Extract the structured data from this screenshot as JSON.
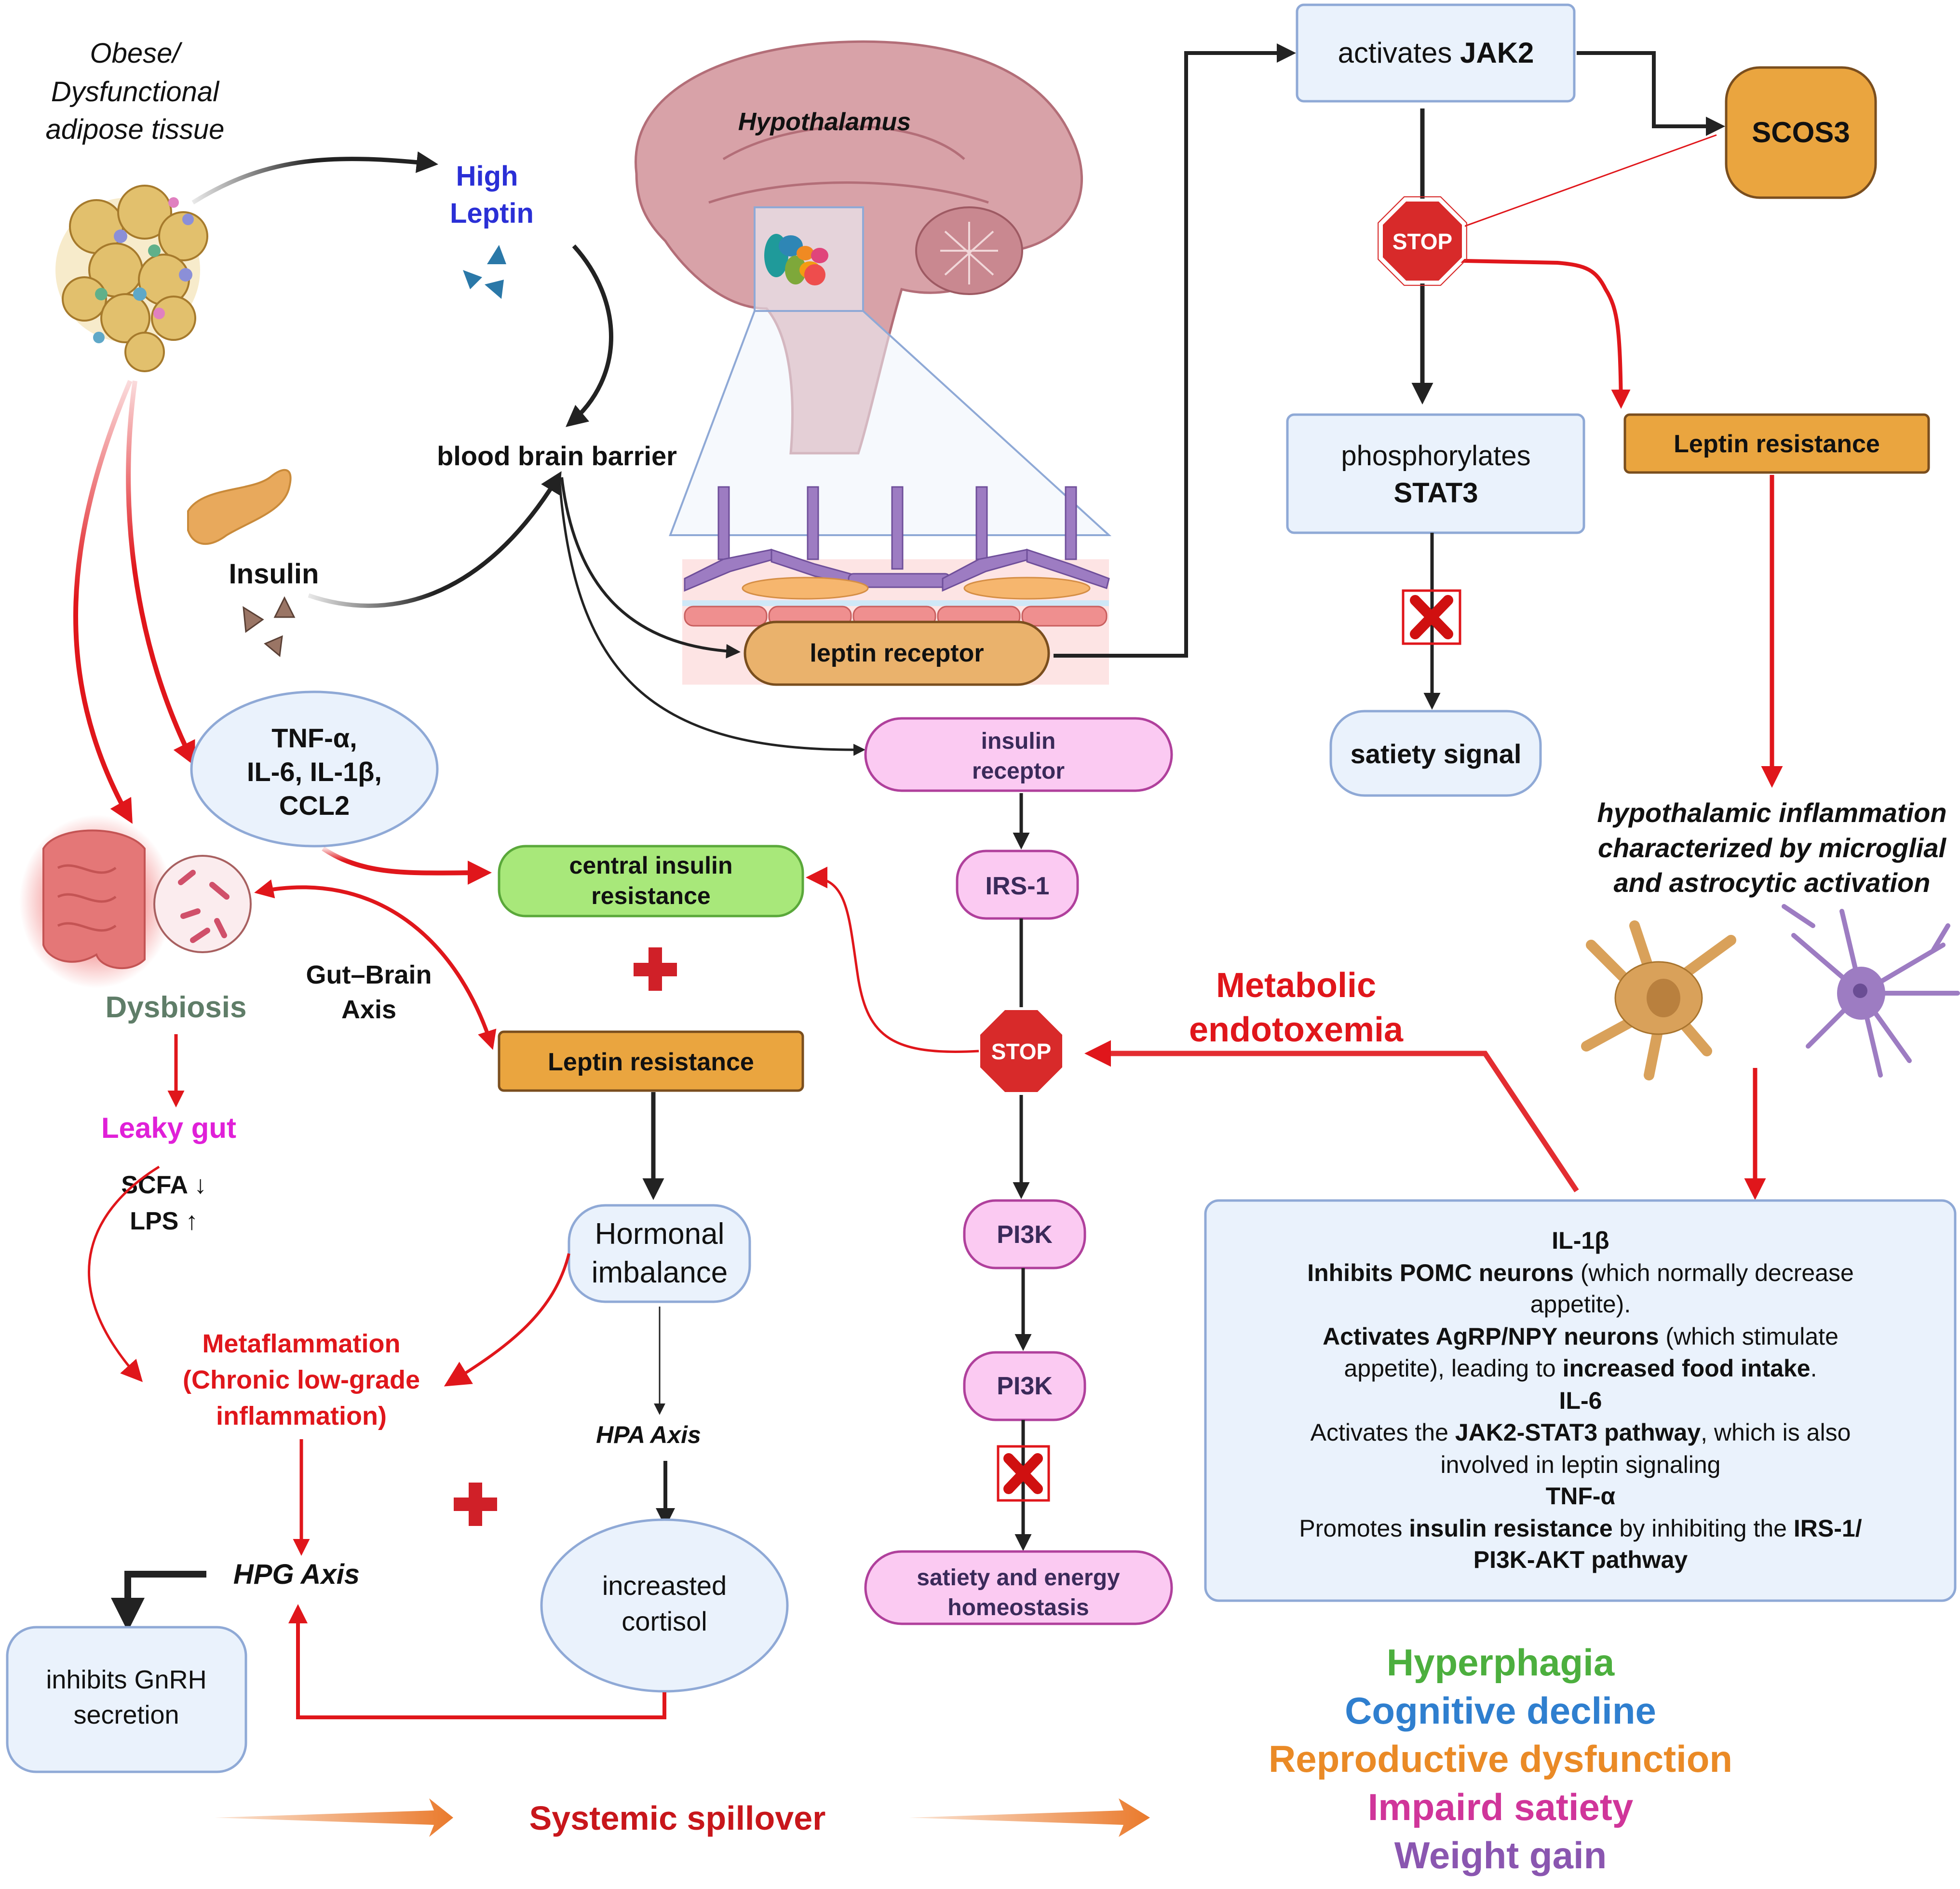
{
  "title": "Leptin and insulin resistance pathways in obesity",
  "colors": {
    "red": "#e0161b",
    "orange_box": "#eaa53f",
    "blue_box_fill": "#eaf2fc",
    "blue_box_stroke": "#8fa9d6",
    "pink_box_fill": "#fbcaf2",
    "pink_box_stroke": "#b0409c",
    "green_box_fill": "#a8e87a",
    "green_box_stroke": "#5aa83a",
    "high_leptin": "#2a2fd6",
    "dysbiosis": "#5f7d68",
    "leaky_gut": "#e020d8",
    "spillover": "#c8161b",
    "arrow_orange": "#ea7a2c"
  },
  "adipose": {
    "label_lines": [
      "Obese/",
      "Dysfunctional",
      "adipose tissue"
    ]
  },
  "high_leptin": {
    "lines": [
      "High",
      "Leptin"
    ]
  },
  "insulin": {
    "label": "Insulin"
  },
  "bbb": {
    "label": "blood brain barrier"
  },
  "brain": {
    "label": "Hypothalamus"
  },
  "leptin_receptor": {
    "label": "leptin receptor"
  },
  "jak2": {
    "prefix": "activates ",
    "bold": "JAK2"
  },
  "scos3": {
    "label": "SCOS3"
  },
  "stop_signs": {
    "label": "STOP"
  },
  "stat3": {
    "line1": "phosphorylates",
    "line2": "STAT3"
  },
  "leptin_resistance_right": {
    "label": "Leptin resistance"
  },
  "satiety_signal": {
    "label": "satiety signal"
  },
  "hypothalamic_inflammation": {
    "lines": [
      "hypothalamic inflammation",
      "characterized by microglial",
      "and astrocytic activation"
    ]
  },
  "cytokines": {
    "lines": [
      "TNF-α,",
      "IL-6, IL-1β,",
      "CCL2"
    ]
  },
  "insulin_receptor": {
    "lines": [
      "insulin",
      "receptor"
    ]
  },
  "irs1": {
    "label": "IRS-1"
  },
  "pi3k_1": {
    "label": "PI3K"
  },
  "pi3k_2": {
    "label": "PI3K"
  },
  "satiety_energy": {
    "lines": [
      "satiety and energy",
      "homeostasis"
    ]
  },
  "central_insulin_resistance": {
    "lines": [
      "central insulin",
      "resistance"
    ]
  },
  "leptin_resistance_center": {
    "label": "Leptin resistance"
  },
  "gut_brain_axis": {
    "lines": [
      "Gut–Brain",
      "Axis"
    ]
  },
  "dysbiosis": {
    "label": "Dysbiosis"
  },
  "leaky_gut": {
    "label": "Leaky gut"
  },
  "scfa": {
    "line1": "SCFA ↓",
    "line2": "LPS ↑"
  },
  "metabolic_endotoxemia": {
    "lines": [
      "Metabolic",
      "endotoxemia"
    ]
  },
  "metaflammation": {
    "lines": [
      "Metaflammation",
      "(Chronic low-grade",
      "inflammation)"
    ]
  },
  "hormonal_imbalance": {
    "lines": [
      "Hormonal",
      "imbalance"
    ]
  },
  "hpa_axis": {
    "label": "HPA Axis"
  },
  "hpg_axis": {
    "label": "HPG Axis"
  },
  "cortisol": {
    "lines": [
      "increasted",
      "cortisol"
    ]
  },
  "gnrh": {
    "lines": [
      "inhibits GnRH",
      "secretion"
    ]
  },
  "spillover": {
    "label": "Systemic spillover"
  },
  "cytokine_box": {
    "il1b_title": "IL-1β",
    "il1b_l1_bold": "Inhibits POMC neurons",
    "il1b_l1_rest": " (which normally decrease",
    "il1b_l2": "appetite).",
    "il1b_l3_bold": "Activates AgRP/NPY neurons",
    "il1b_l3_rest": " (which stimulate",
    "il1b_l4_pre": "appetite), leading to ",
    "il1b_l4_bold": "increased food intake",
    "il1b_l4_post": ".",
    "il6_title": "IL-6",
    "il6_l1_pre": "Activates the ",
    "il6_l1_bold": "JAK2-STAT3 pathway",
    "il6_l1_post": ", which is also",
    "il6_l2": "involved in leptin signaling",
    "tnf_title": "TNF-α",
    "tnf_l1_pre": "Promotes ",
    "tnf_l1_bold": "insulin resistance",
    "tnf_l1_mid": " by inhibiting the ",
    "tnf_l1_bold2": "IRS-1/",
    "tnf_l2": "PI3K-AKT pathway"
  },
  "outcomes": [
    {
      "label": "Hyperphagia",
      "color": "#4caf3e"
    },
    {
      "label": "Cognitive decline",
      "color": "#2f7fcf"
    },
    {
      "label": "Reproductive dysfunction",
      "color": "#ea8a26"
    },
    {
      "label": "Impaird satiety",
      "color": "#d0359a"
    },
    {
      "label": "Weight gain",
      "color": "#8a56b0"
    }
  ]
}
